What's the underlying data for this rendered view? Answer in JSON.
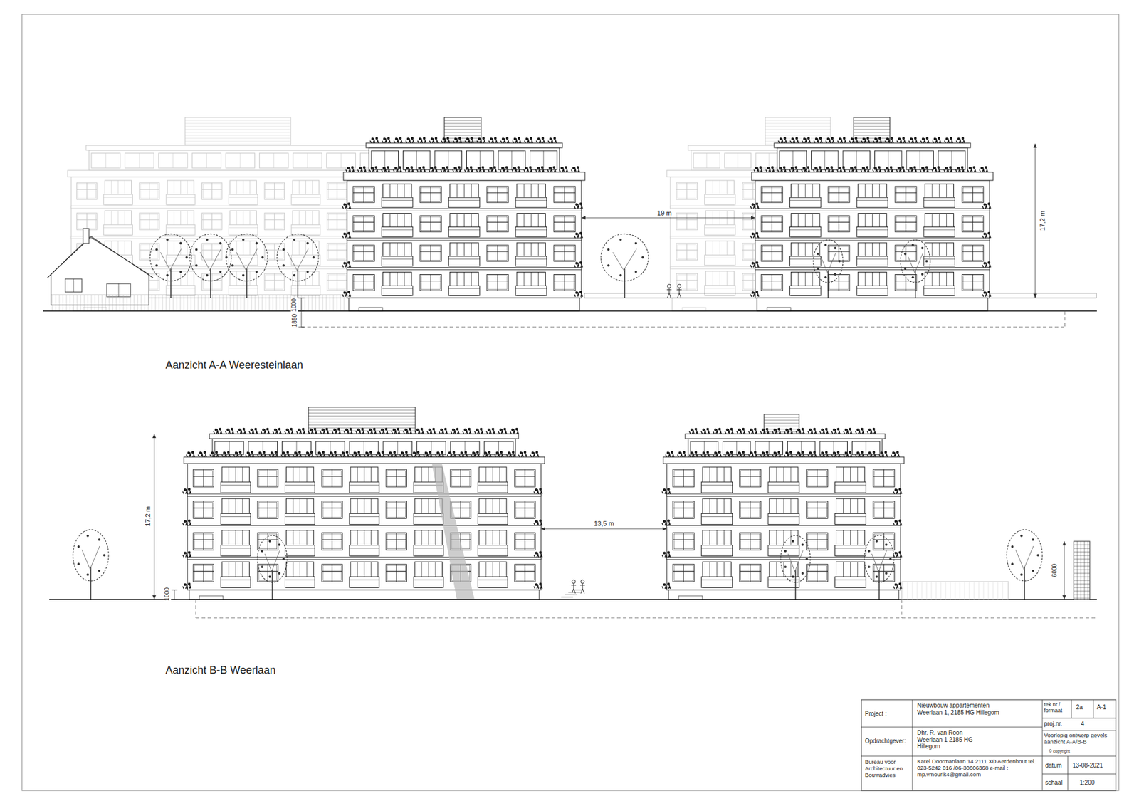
{
  "diagram": {
    "labels": [
      "19 m",
      "17,2 m",
      "1000",
      "1850",
      "Aanzicht A-A Weeresteinlaan",
      "17,2 m",
      "13,5 m",
      "1000",
      "6000",
      "Aanzicht B-B Weerlaan",
      "Project :",
      "Nieuwbouw appartementen Weerlaan 1, 2185 HG Hillegom",
      "tek.nr./ formaat",
      "2a",
      "A-1",
      "proj.nr.",
      "4",
      "Opdrachtgever:",
      "Dhr. R. van Roon Weerlaan 1 2185 HG Hillegom",
      "Voorlopig ontwerp gevels aanzicht A-A/B-B",
      "© copyright",
      "Bureau voor Architectuur en Bouwadvies",
      "Karel Doormanlaan 14 2111 XD Aerdenhout tel. 023-5242 016 /06-30606368 e-mail : mp.vmourik4@gmail.com",
      "datum",
      "13-08-2021",
      "schaal",
      "1:200"
    ]
  }
}
